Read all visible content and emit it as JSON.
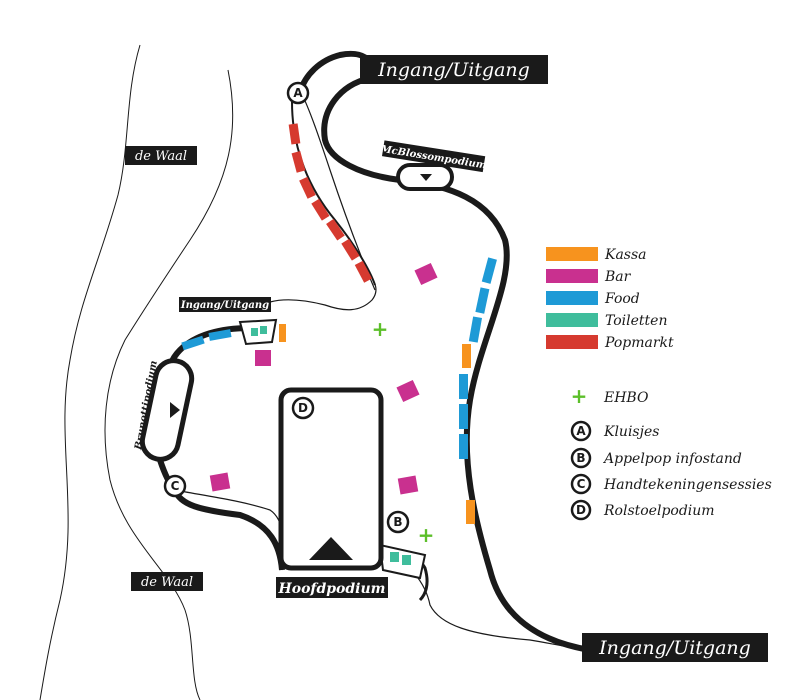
{
  "labels": {
    "river_top": "de Waal",
    "river_bottom": "de Waal",
    "entrance_top": "Ingang/Uitgang",
    "entrance_left": "Ingang/Uitgang",
    "entrance_bottom": "Ingang/Uitgang",
    "stage_mcblossom": "McBlossompodium",
    "stage_brunotti": "Brunottipodium",
    "stage_main": "Hoofdpodium"
  },
  "legend": {
    "categories": [
      {
        "label": "Kassa",
        "color": "#f7931e"
      },
      {
        "label": "Bar",
        "color": "#c9308f"
      },
      {
        "label": "Food",
        "color": "#1e9ad6"
      },
      {
        "label": "Toiletten",
        "color": "#3fbd9c"
      },
      {
        "label": "Popmarkt",
        "color": "#d63a2f"
      }
    ],
    "ehbo": {
      "symbol": "+",
      "label": "EHBO",
      "color": "#5cbf2a"
    },
    "markers": [
      {
        "letter": "A",
        "label": "Kluisjes"
      },
      {
        "letter": "B",
        "label": "Appelpop infostand"
      },
      {
        "letter": "C",
        "label": "Handtekeningensessies"
      },
      {
        "letter": "D",
        "label": "Rolstoelpodium"
      }
    ]
  },
  "map_markers": {
    "a": "A",
    "b": "B",
    "c": "C",
    "d": "D"
  },
  "plus_symbol": "+"
}
